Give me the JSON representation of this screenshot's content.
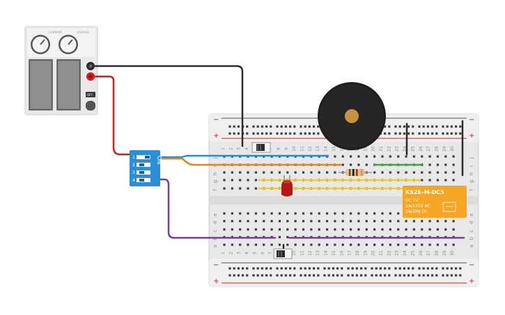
{
  "power_supply": {
    "knob1_label": "CURRENT",
    "knob2_label": "VOLTAGE",
    "switch_label": "OFF",
    "colors": {
      "body": "#e6e6e6",
      "terminal_neg": "#3a3a3a",
      "terminal_pos": "#d11f1f"
    }
  },
  "dip_switch": {
    "on_label": "ON",
    "positions": [
      "1",
      "2",
      "3",
      "4"
    ],
    "color": "#2b8fd6"
  },
  "breadboard": {
    "column_numbers": [
      "1",
      "2",
      "3",
      "4",
      "5",
      "6",
      "7",
      "8",
      "9",
      "10",
      "11",
      "12",
      "13",
      "14",
      "15",
      "16",
      "17",
      "18",
      "19",
      "20",
      "21",
      "22",
      "23",
      "24",
      "25",
      "26",
      "27",
      "28",
      "29",
      "30"
    ],
    "top_rows": [
      "j",
      "i",
      "h",
      "g",
      "f"
    ],
    "bottom_rows": [
      "e",
      "d",
      "c",
      "b",
      "a"
    ],
    "rail_minus": "−",
    "rail_plus": "+"
  },
  "relay": {
    "title": "KS2E-M-DC5",
    "line1": "DC 5V",
    "line2": "1A/125V AC",
    "line3": "2A/30V  DC",
    "color": "#f6a623"
  },
  "components": {
    "led_color": "#b31717",
    "buzzer_color": "#1f1f1f",
    "resistor_color": "#e0c08a"
  },
  "wire_colors": {
    "black": "#2a2a2a",
    "red": "#d11f1f",
    "blue": "#1f8fd6",
    "orange": "#e8801c",
    "green": "#3aa83a",
    "yellow": "#f2cf1c",
    "purple": "#7b3aa0"
  }
}
